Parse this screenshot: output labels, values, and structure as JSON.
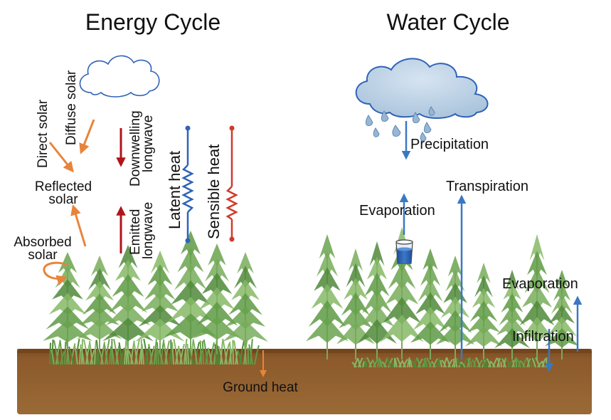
{
  "titles": {
    "energy": "Energy Cycle",
    "water": "Water Cycle"
  },
  "energy_labels": {
    "direct_solar": "Direct solar",
    "diffuse_solar": "Diffuse solar",
    "downwelling_1": "Downwelling",
    "downwelling_2": "longwave",
    "reflected_1": "Reflected",
    "reflected_2": "solar",
    "absorbed_1": "Absorbed",
    "absorbed_2": "solar",
    "emitted_1": "Emitted",
    "emitted_2": "longwave",
    "latent_heat": "Latent heat",
    "sensible_heat": "Sensible heat",
    "ground_heat": "Ground heat"
  },
  "water_labels": {
    "precipitation": "Precipitation",
    "transpiration": "Transpiration",
    "evaporation_canopy": "Evaporation",
    "evaporation_ground": "Evaporation",
    "infiltration": "Infiltration"
  },
  "colors": {
    "orange": "#e8843a",
    "dark_red": "#b0141c",
    "blue": "#3a78c2",
    "zigzag_blue": "#2f63b8",
    "zigzag_red": "#d03a2a",
    "soil": "#8c5a2b",
    "tree_green": "#6aa34e",
    "cloud_fill": "#b8cfe4"
  },
  "icons": [
    "cloud-icon",
    "rain-cloud-icon",
    "water-cup-icon",
    "tree-icon",
    "grass-icon"
  ]
}
